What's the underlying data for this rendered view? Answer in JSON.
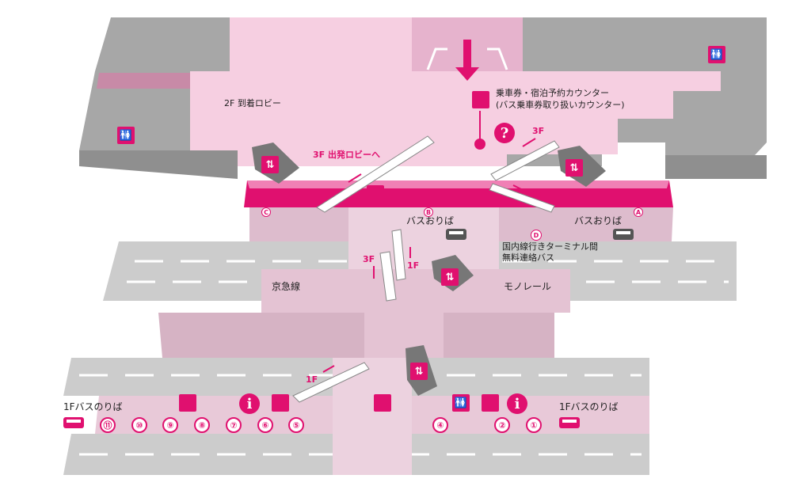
{
  "labels": {
    "arrival_lobby": "2F 到着ロビー",
    "departure_lobby": "3F 出発ロビーへ",
    "counter_line1": "乗車券・宿泊予約カウンター",
    "counter_line2": "(バス乗車券取り扱いカウンター)",
    "bus_alight_left": "バスおりば",
    "bus_alight_right": "バスおりば",
    "domestic_bus_line1": "国内線行きターミナル間",
    "domestic_bus_line2": "無料連絡バス",
    "keikyu": "京急線",
    "monorail": "モノレール",
    "bus_stop_left": "1Fバスのりば",
    "bus_stop_right": "1Fバスのりば",
    "floor_3f_a": "3F",
    "floor_1f_a": "1F",
    "floor_3f_b": "3F",
    "floor_1f_b": "1F",
    "floor_1f_c": "1F"
  },
  "gates": [
    "C",
    "B",
    "A"
  ],
  "shuttle_marker": "D",
  "stops_left": [
    "⑪",
    "⑩",
    "⑨",
    "⑧",
    "⑦",
    "⑥",
    "⑤"
  ],
  "stops_right": [
    "④",
    "②",
    "①"
  ],
  "icons": {
    "restroom": "🚻",
    "info": "i",
    "question": "?",
    "elevator": "⇅"
  },
  "colors": {
    "accent": "#e0106f",
    "lobby": "#f7cde0",
    "wall": "#9a9a9a",
    "road": "#cfcfcf",
    "corridor": "#e8c9d8"
  }
}
